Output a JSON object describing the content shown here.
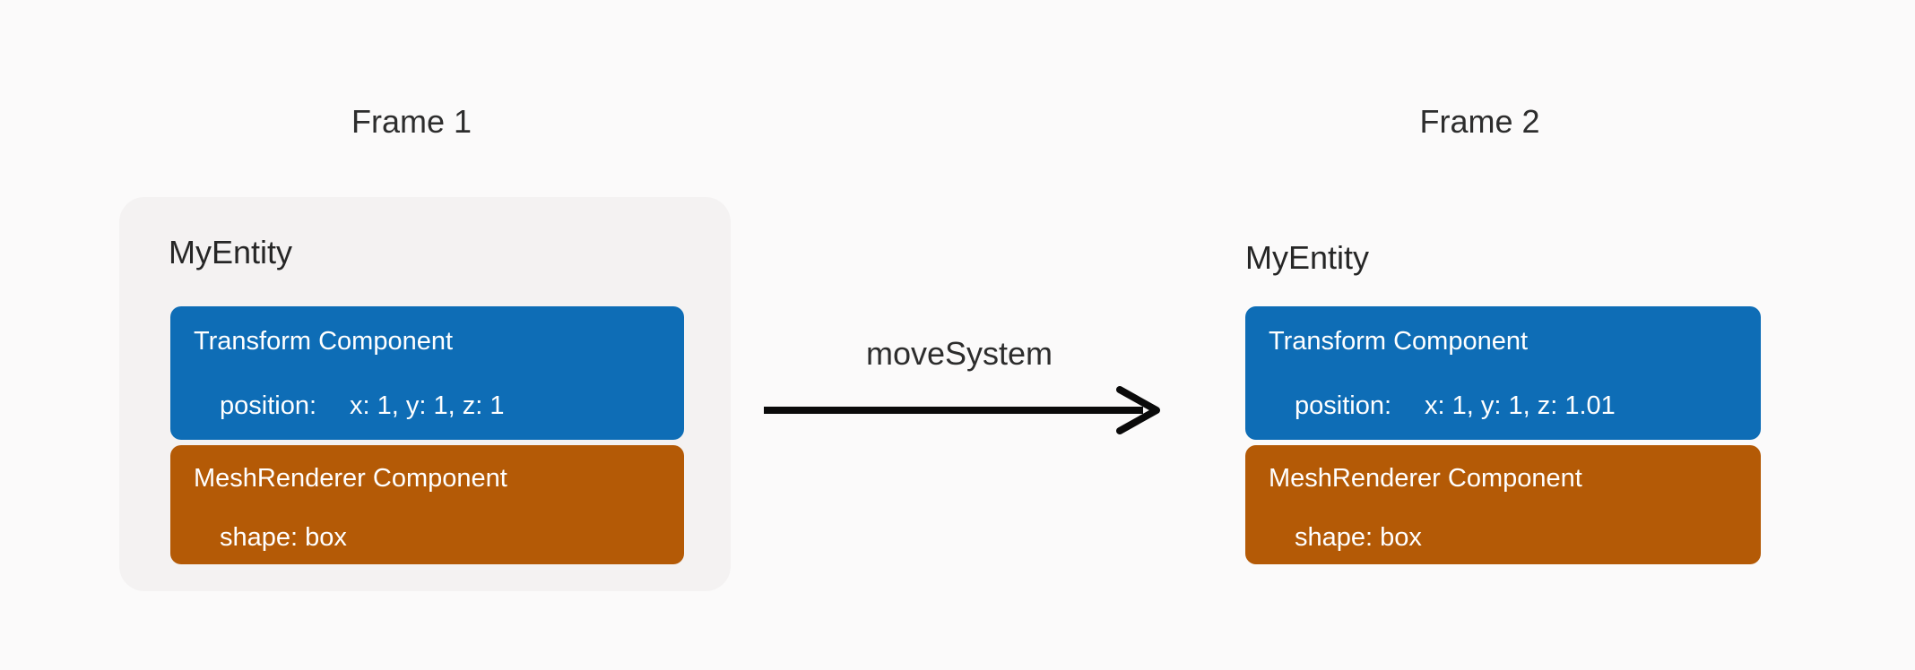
{
  "page": {
    "background": "#fbfafa"
  },
  "colors": {
    "card_background": "#f4f2f2",
    "transform_component": "#0e6db6",
    "meshrenderer_component": "#b45a06",
    "heading_text": "#2d2d2d",
    "component_text": "#ffffff",
    "arrow": "#0a0a0a"
  },
  "frame1": {
    "title": "Frame 1",
    "entity": {
      "name": "MyEntity",
      "transform": {
        "title": "Transform Component",
        "label": "position:",
        "value": "x: 1, y: 1, z: 1"
      },
      "mesh": {
        "title": "MeshRenderer Component",
        "label": "shape: box",
        "value": ""
      }
    }
  },
  "system": {
    "label": "moveSystem"
  },
  "frame2": {
    "title": "Frame 2",
    "entity": {
      "name": "MyEntity",
      "transform": {
        "title": "Transform Component",
        "label": "position:",
        "value": "x: 1, y: 1, z: 1.01"
      },
      "mesh": {
        "title": "MeshRenderer Component",
        "label": "shape: box",
        "value": ""
      }
    }
  }
}
